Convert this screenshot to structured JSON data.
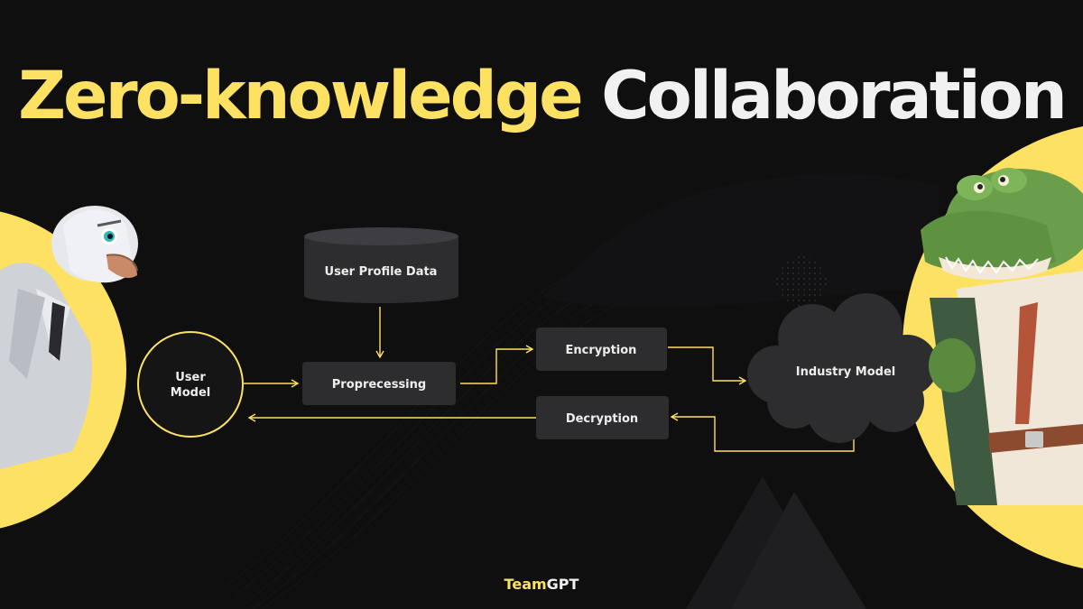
{
  "title": {
    "part1": "Zero-knowledge",
    "part2": "Collaboration"
  },
  "diagram": {
    "nodes": {
      "user_model_line1": "User",
      "user_model_line2": "Model",
      "user_profile_data": "User Profile Data",
      "preprocessing": "Proprecessing",
      "encryption": "Encryption",
      "decryption": "Decryption",
      "industry_model": "Industry Model"
    }
  },
  "brand": {
    "part1": "Team",
    "part2": "GPT"
  },
  "colors": {
    "accent": "#fde163",
    "background": "#0f0f10",
    "node_fill": "#2d2d30",
    "text": "#eeeeee"
  },
  "illustrations": {
    "left": "pigeon-in-suit-icon",
    "right": "crocodile-in-suit-icon"
  }
}
